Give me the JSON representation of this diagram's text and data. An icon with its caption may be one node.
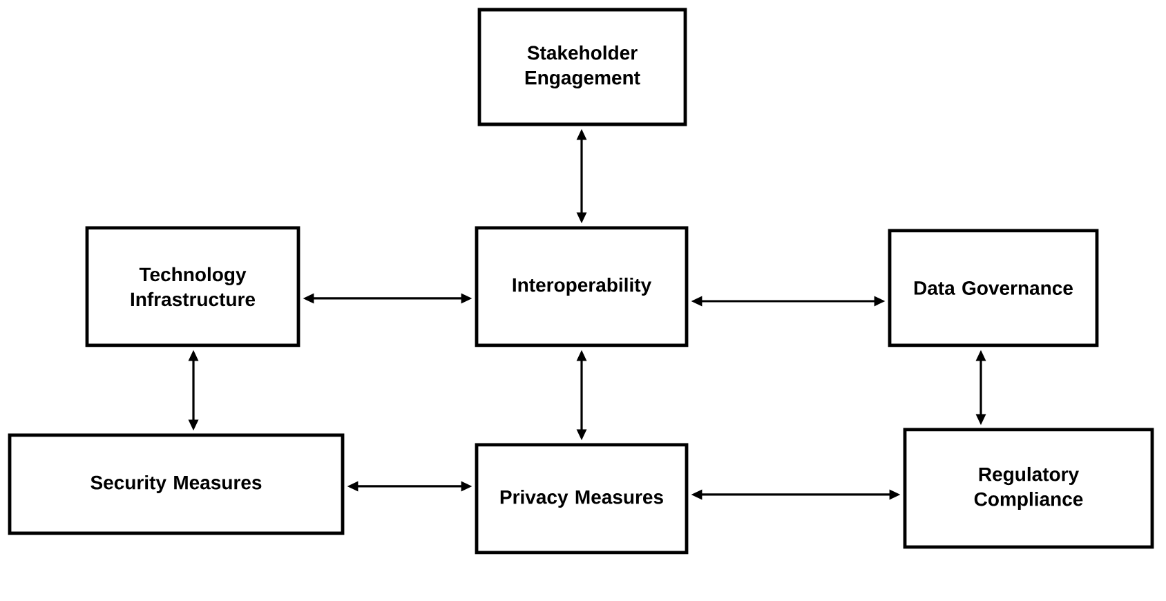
{
  "diagram": {
    "nodes": [
      {
        "text": [
          "Stakeholder Engagement"
        ]
      },
      {
        "text": [
          "Technology Infrastructure"
        ]
      },
      {
        "text": [
          "Interoperability"
        ]
      },
      {
        "text": [
          "Data Governance"
        ]
      },
      {
        "text": [
          "Security Measures"
        ]
      },
      {
        "text": [
          "Privacy Measures"
        ]
      },
      {
        "text": [
          "Regulatory Compliance"
        ]
      }
    ],
    "edges": [
      {
        "from": 0,
        "to": 2,
        "arrow": "both"
      },
      {
        "from": 1,
        "to": 2,
        "arrow": "both"
      },
      {
        "from": 2,
        "to": 3,
        "arrow": "both"
      },
      {
        "from": 1,
        "to": 4,
        "arrow": "both"
      },
      {
        "from": 2,
        "to": 5,
        "arrow": "both"
      },
      {
        "from": 3,
        "to": 6,
        "arrow": "both"
      },
      {
        "from": 4,
        "to": 5,
        "arrow": "both"
      },
      {
        "from": 5,
        "to": 6,
        "arrow": "both"
      }
    ]
  }
}
